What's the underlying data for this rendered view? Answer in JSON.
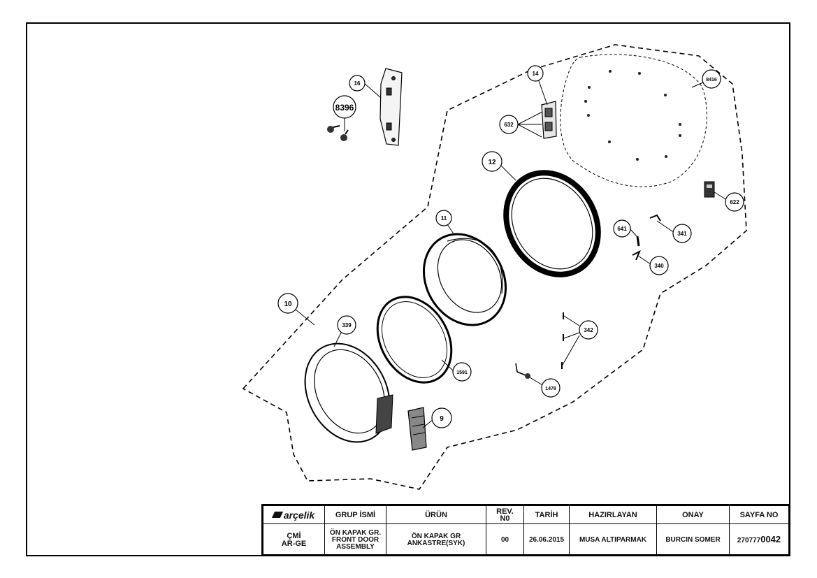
{
  "callouts": [
    "16",
    "8396",
    "14",
    "632",
    "8416",
    "12",
    "622",
    "641",
    "341",
    "340",
    "11",
    "10",
    "339",
    "342",
    "1591",
    "1478",
    "9"
  ],
  "title_block": {
    "brand": "arçelik",
    "headers": {
      "group": "GRUP İSMİ",
      "product": "ÜRÜN",
      "rev": [
        "REV.",
        "N0"
      ],
      "date": "TARİH",
      "prepared": "HAZIRLAYAN",
      "approval": "ONAY",
      "page": "SAYFA NO"
    },
    "values": {
      "dept": [
        "ÇMİ",
        "AR-GE"
      ],
      "group": [
        "ÖN KAPAK GR.",
        "FRONT DOOR",
        "ASSEMBLY"
      ],
      "product": [
        "ÖN KAPAK GR",
        "ANKASTRE(SYK)"
      ],
      "rev": "00",
      "date": "26.06.2015",
      "prepared": "MUSA ALTIPARMAK",
      "approval": "BURCIN SOMER",
      "page_prefix": "270777",
      "page_suffix": "0042"
    }
  }
}
